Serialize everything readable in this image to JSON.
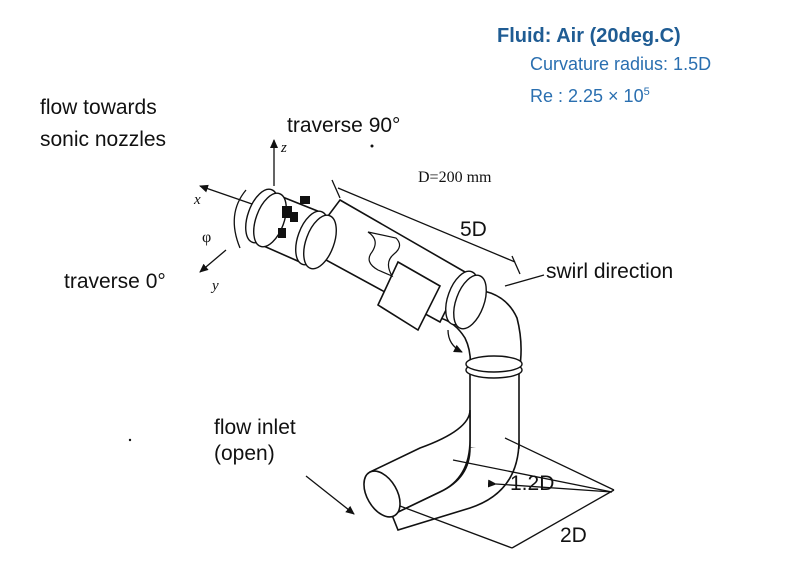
{
  "info": {
    "fluid": "Fluid: Air (20deg.C)",
    "curvature": "Curvature radius: 1.5D",
    "re_prefix": "Re : 2.25 × 10",
    "re_exp": "5"
  },
  "labels": {
    "flow_towards_l1": "flow towards",
    "flow_towards_l2": "sonic nozzles",
    "traverse_90": "traverse 90°",
    "traverse_0": "traverse 0°",
    "axis_z": "z",
    "axis_x": "x",
    "axis_y": "y",
    "phi": "φ",
    "diameter": "D=200 mm",
    "five_d": "5D",
    "swirl": "swirl direction",
    "flow_inlet_l1": "flow inlet",
    "flow_inlet_l2": "(open)",
    "one_two_d": "1.2D",
    "two_d": "2D"
  }
}
